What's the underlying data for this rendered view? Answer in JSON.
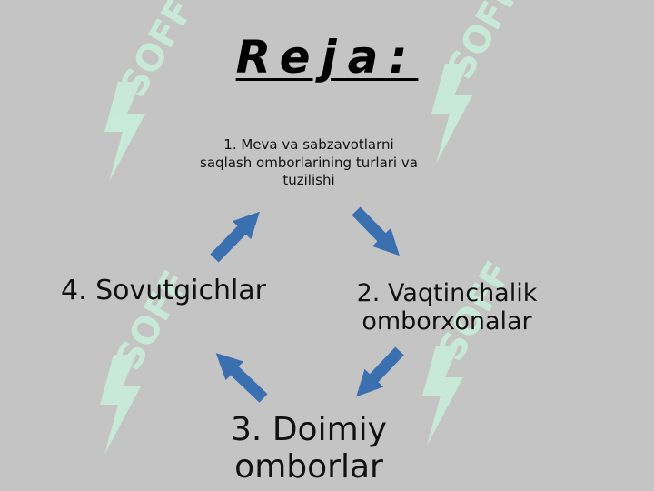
{
  "title": "Reja:",
  "items": [
    "1. Meva va sabzavotlarni saqlash omborlarining turlari va tuzilishi",
    "2. Vaqtinchalik omborxonalar",
    "3. Doimiy omborlar",
    "4. Sovutgichlar"
  ],
  "watermark": "SOFF",
  "colors": {
    "background": "#c4c4c4",
    "arrow": "#3a6fb0",
    "watermark": "#c9eedb"
  }
}
